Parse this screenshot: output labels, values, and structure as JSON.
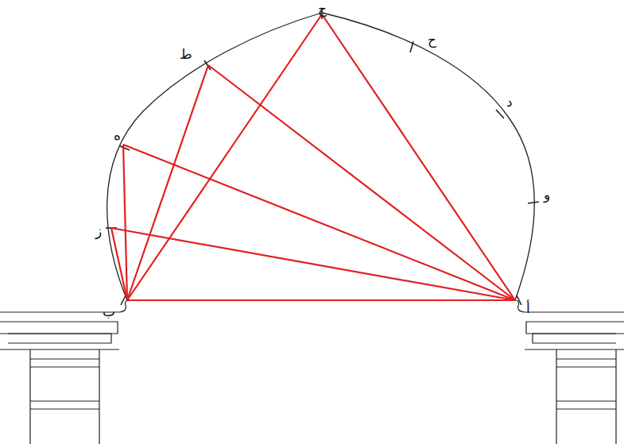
{
  "diagram": {
    "labels": [
      "ج",
      "ط",
      "ح",
      "د",
      "ه",
      "و",
      "ز",
      "ب",
      "أ"
    ]
  }
}
